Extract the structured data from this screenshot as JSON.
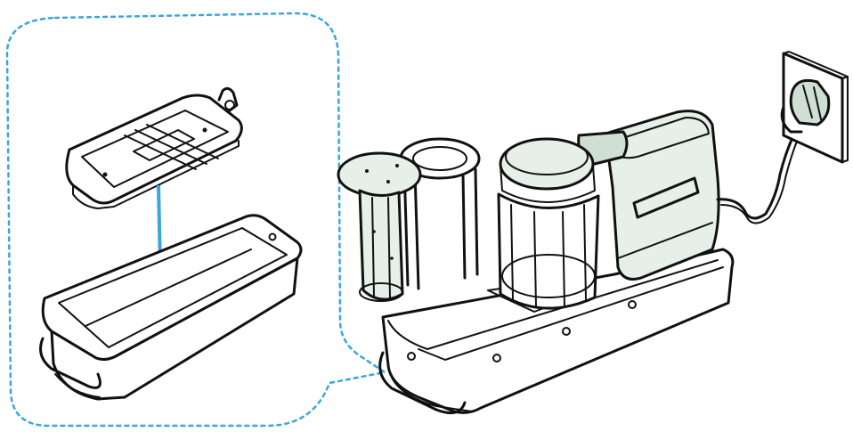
{
  "colors": {
    "accent_blue": "#3aa6dc",
    "ink": "#111111",
    "appliance_tint": "#e6efe8",
    "lid_tint": "#cfdfd4",
    "background": "#ffffff"
  },
  "parts": [
    "slicer-insert",
    "collection-tray",
    "food-pusher",
    "feed-tube-frame",
    "hopper-container",
    "motor-housing",
    "power-cord",
    "wall-outlet"
  ]
}
